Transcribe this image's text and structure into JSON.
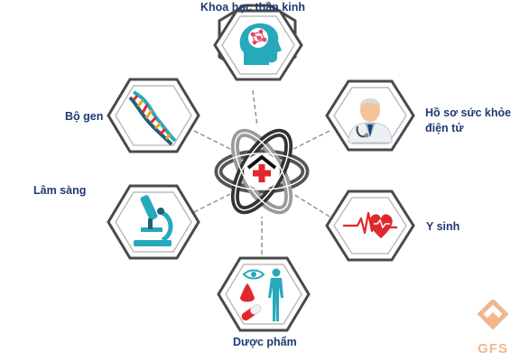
{
  "labels": {
    "top": "Khoa học thần kinh",
    "upper_left": "Bộ gen",
    "upper_right_line1": "Hồ sơ sức khỏe",
    "upper_right_line2": "điện tử",
    "lower_left": "Lâm sàng",
    "lower_right": "Y sinh",
    "bottom": "Dược phẩm"
  },
  "watermark": {
    "text": "GFS"
  },
  "icons": {
    "center": "hospital-cross-knot-icon",
    "top": "brain-head-icon",
    "upper_left": "dna-icon",
    "upper_right": "doctor-icon",
    "lower_left": "microscope-icon",
    "lower_right": "heart-pulse-icon",
    "bottom": "pharma-body-icon"
  },
  "colors": {
    "accent_blue": "#27a9bc",
    "dark_teal": "#1f6275",
    "red": "#e0282e",
    "label_text": "#1f3a72",
    "hex_border": "#4a4a4a",
    "connector": "#9a9a9a",
    "watermark": "#f0b78c"
  }
}
